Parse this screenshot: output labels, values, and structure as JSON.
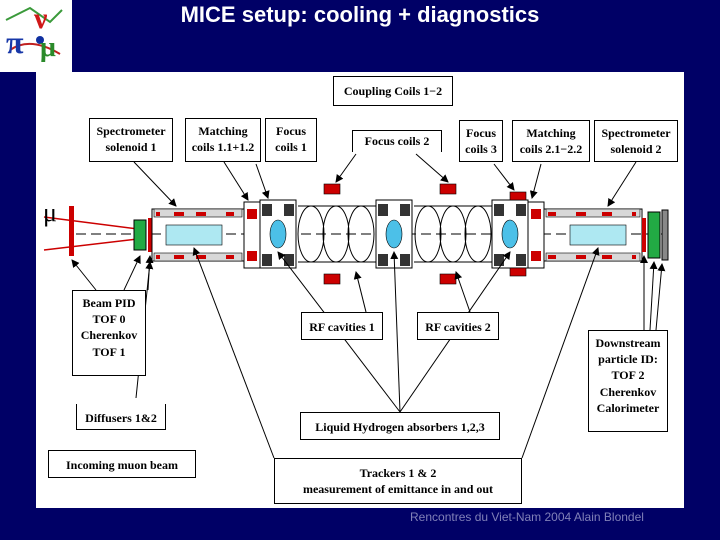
{
  "slide": {
    "title": "MICE setup: cooling + diagnostics",
    "footer": "Rencontres du Viet-Nam 2004 Alain Blondel"
  },
  "logo": {
    "symbol_nu": "ν",
    "symbol_pi": "π",
    "symbol_mu": "μ"
  },
  "diagram": {
    "muon_symbol": "μ",
    "labels": {
      "coupling_coils": "Coupling Coils 1−2",
      "spectrometer_1": "Spectrometer\nsolenoid 1",
      "matching_1": "Matching\ncoils 1.1+1.2",
      "focus_1": "Focus\ncoils 1",
      "focus_2": "Focus coils 2",
      "focus_3": "Focus\ncoils 3",
      "matching_2": "Matching\ncoils 2.1−2.2",
      "spectrometer_2": "Spectrometer\nsolenoid 2",
      "beam_pid": "Beam PID\nTOF 0\nCherenkov\nTOF 1",
      "rf_1": "RF cavities 1",
      "rf_2": "RF cavities 2",
      "downstream_pid": "Downstream\nparticle ID:\nTOF 2\nCherenkov\nCalorimeter",
      "diffusers": "Diffusers 1&2",
      "absorbers": "Liquid Hydrogen absorbers 1,2,3",
      "incoming_beam": "Incoming muon beam",
      "trackers": "Trackers 1 & 2\nmeasurement of emittance in and out"
    }
  }
}
